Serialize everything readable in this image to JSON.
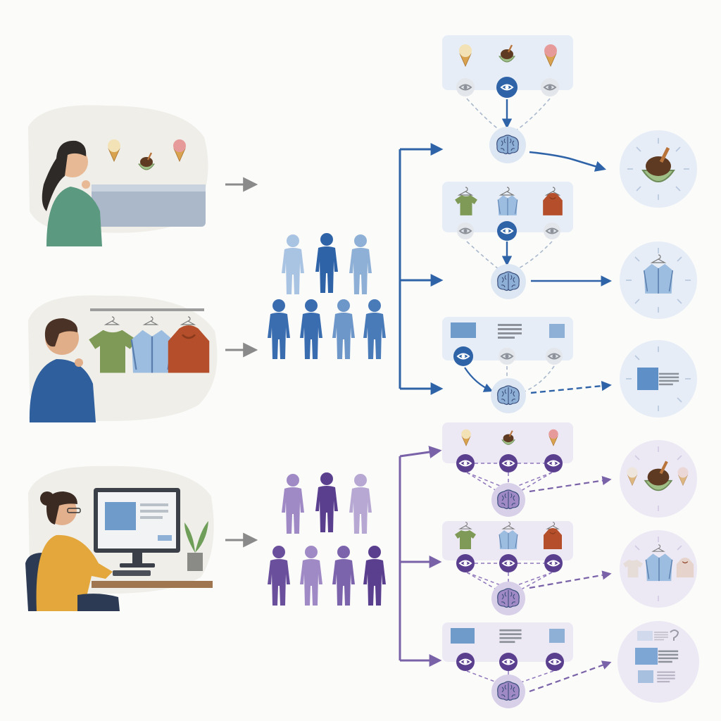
{
  "colors": {
    "background": "#fbfbfa",
    "blue_dark": "#2f63a8",
    "blue_mid": "#5b86c0",
    "blue_light": "#a9c3e3",
    "blue_panel": "#e6edf6",
    "purple_dark": "#5b3f8f",
    "purple_mid": "#8f76bb",
    "purple_light": "#bdb0d6",
    "purple_panel": "#ece8f4",
    "gray_arrow": "#8a8a8a",
    "scene_bg": "#efeee9"
  },
  "scenes": [
    {
      "name": "ice-cream-shop-scene",
      "person": "woman-looking-at-ice-cream",
      "items": [
        "vanilla-cone-icon",
        "chocolate-bowl-icon",
        "strawberry-cone-icon"
      ]
    },
    {
      "name": "clothing-rack-scene",
      "person": "man-looking-at-clothes",
      "items": [
        "green-tshirt-icon",
        "blue-shirt-icon",
        "orange-hoodie-icon"
      ]
    },
    {
      "name": "computer-screen-scene",
      "person": "woman-at-computer",
      "items": [
        "monitor-icon",
        "plant-icon",
        "office-chair-icon"
      ]
    }
  ],
  "groups": [
    {
      "name": "blue-people-group",
      "tone": "blue"
    },
    {
      "name": "purple-people-group",
      "tone": "purple"
    }
  ],
  "single_attention_panels": [
    {
      "name": "ice-cream-choice-panel",
      "items": [
        "vanilla-cone-icon",
        "chocolate-bowl-icon",
        "strawberry-cone-icon"
      ],
      "attended": 1,
      "outcome": "chocolate-bowl-icon"
    },
    {
      "name": "clothing-choice-panel",
      "items": [
        "green-tshirt-icon",
        "blue-shirt-icon",
        "orange-hoodie-icon"
      ],
      "attended": 1,
      "outcome": "blue-shirt-icon"
    },
    {
      "name": "webpage-choice-panel",
      "items": [
        "image-block-icon",
        "text-block-icon",
        "small-image-icon"
      ],
      "attended": 0,
      "outcome": "image-block-icon"
    }
  ],
  "multi_attention_panels": [
    {
      "name": "ice-cream-mixed-panel",
      "items": [
        "vanilla-cone-icon",
        "chocolate-bowl-icon",
        "strawberry-cone-icon"
      ],
      "outcome": "mixed-ice-cream-icon"
    },
    {
      "name": "clothing-mixed-panel",
      "items": [
        "green-tshirt-icon",
        "blue-shirt-icon",
        "orange-hoodie-icon"
      ],
      "outcome": "mixed-clothing-icon"
    },
    {
      "name": "webpage-mixed-panel",
      "items": [
        "image-block-icon",
        "text-block-icon",
        "small-image-icon"
      ],
      "outcome": "mixed-webpage-icon"
    }
  ]
}
